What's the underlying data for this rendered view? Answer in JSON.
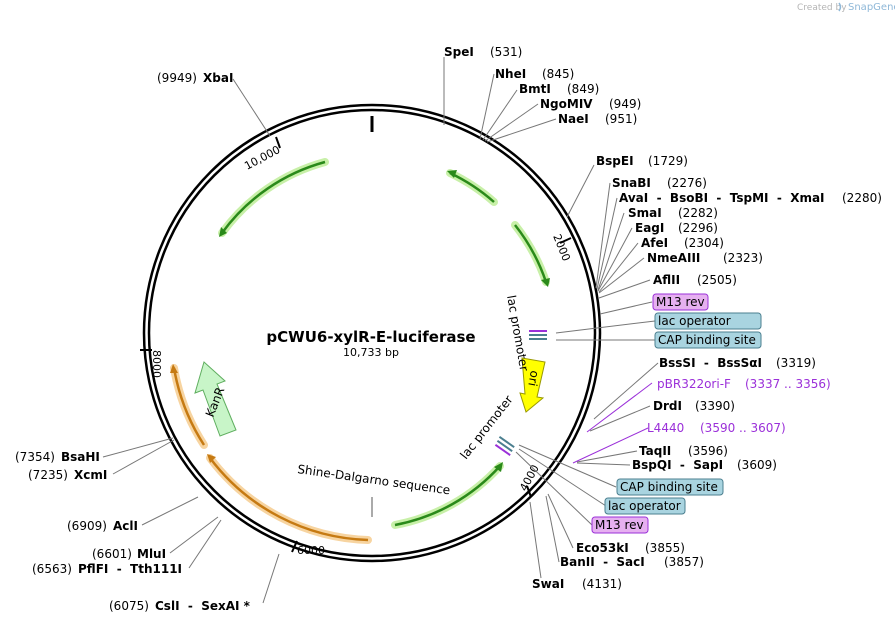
{
  "watermark": {
    "created_by": "Created by",
    "brand": "SnapGene"
  },
  "plasmid": {
    "name": "pCWU6-xylR-E-luciferase",
    "size": "10,733 bp"
  },
  "ticks": [
    "2000",
    "4000",
    "6000",
    "8000",
    "10,000"
  ],
  "sites": [
    {
      "name": "SpeI",
      "pos": "(531)"
    },
    {
      "name": "NheI",
      "pos": "(845)"
    },
    {
      "name": "BmtI",
      "pos": "(849)"
    },
    {
      "name": "NgoMIV",
      "pos": "(949)"
    },
    {
      "name": "NaeI",
      "pos": "(951)"
    },
    {
      "name": "BspEI",
      "pos": "(1729)"
    },
    {
      "name": "SnaBI",
      "pos": "(2276)"
    },
    {
      "name": "AvaI  -  BsoBI  -  TspMI  -  XmaI",
      "pos": "(2280)"
    },
    {
      "name": "SmaI",
      "pos": "(2282)"
    },
    {
      "name": "EagI",
      "pos": "(2296)"
    },
    {
      "name": "AfeI",
      "pos": "(2304)"
    },
    {
      "name": "NmeAIII",
      "pos": "(2323)"
    },
    {
      "name": "AflII",
      "pos": "(2505)"
    },
    {
      "name": "BssSI  -  BssSαI",
      "pos": "(3319)"
    },
    {
      "name": "DrdI",
      "pos": "(3390)"
    },
    {
      "name": "TaqII",
      "pos": "(3596)"
    },
    {
      "name": "BspQI  -  SapI",
      "pos": "(3609)"
    },
    {
      "name": "Eco53kI",
      "pos": "(3855)"
    },
    {
      "name": "BanII  -  SacI",
      "pos": "(3857)"
    },
    {
      "name": "SwaI",
      "pos": "(4131)"
    },
    {
      "name": "CslI  -  SexAI *",
      "pos": "(6075)"
    },
    {
      "name": "PflFI  -  Tth111I",
      "pos": "(6563)"
    },
    {
      "name": "MluI",
      "pos": "(6601)"
    },
    {
      "name": "AclI",
      "pos": "(6909)"
    },
    {
      "name": "XcmI",
      "pos": "(7235)"
    },
    {
      "name": "BsaHI",
      "pos": "(7354)"
    },
    {
      "name": "XbaI",
      "pos": "(9949)"
    }
  ],
  "boxed": [
    {
      "label": "M13 rev",
      "type": "primer",
      "fill": "#e6b0f0",
      "stroke": "#9b30d9"
    },
    {
      "label": "lac operator",
      "type": "feature",
      "fill": "#a9d4e0",
      "stroke": "#4b7f8f"
    },
    {
      "label": "CAP binding site",
      "type": "feature",
      "fill": "#a9d4e0",
      "stroke": "#4b7f8f"
    },
    {
      "label": "CAP binding site",
      "type": "feature",
      "fill": "#a9d4e0",
      "stroke": "#4b7f8f"
    },
    {
      "label": "lac operator",
      "type": "feature",
      "fill": "#a9d4e0",
      "stroke": "#4b7f8f"
    },
    {
      "label": "M13 rev",
      "type": "primer",
      "fill": "#e6b0f0",
      "stroke": "#9b30d9"
    }
  ],
  "primers": [
    {
      "name": "pBR322ori-F",
      "range": "(3337 .. 3356)"
    },
    {
      "name": "L4440",
      "range": "(3590 .. 3607)"
    }
  ],
  "features": {
    "lac_promoter_1": "lac promoter",
    "ori": "ori",
    "lac_promoter_2": "lac promoter",
    "kanr": "KanR",
    "shine_dalgarno": "Shine-Dalgarno sequence"
  },
  "colors": {
    "green_arrow": "#2a8a1a",
    "green_glow": "#c8f0a8",
    "orange_arrow": "#c67a12",
    "orange_glow": "#f7d4a0",
    "ori_fill": "#ffff00",
    "kanr_fill": "#c8f5c8",
    "primer_purple": "#9b30d9"
  }
}
